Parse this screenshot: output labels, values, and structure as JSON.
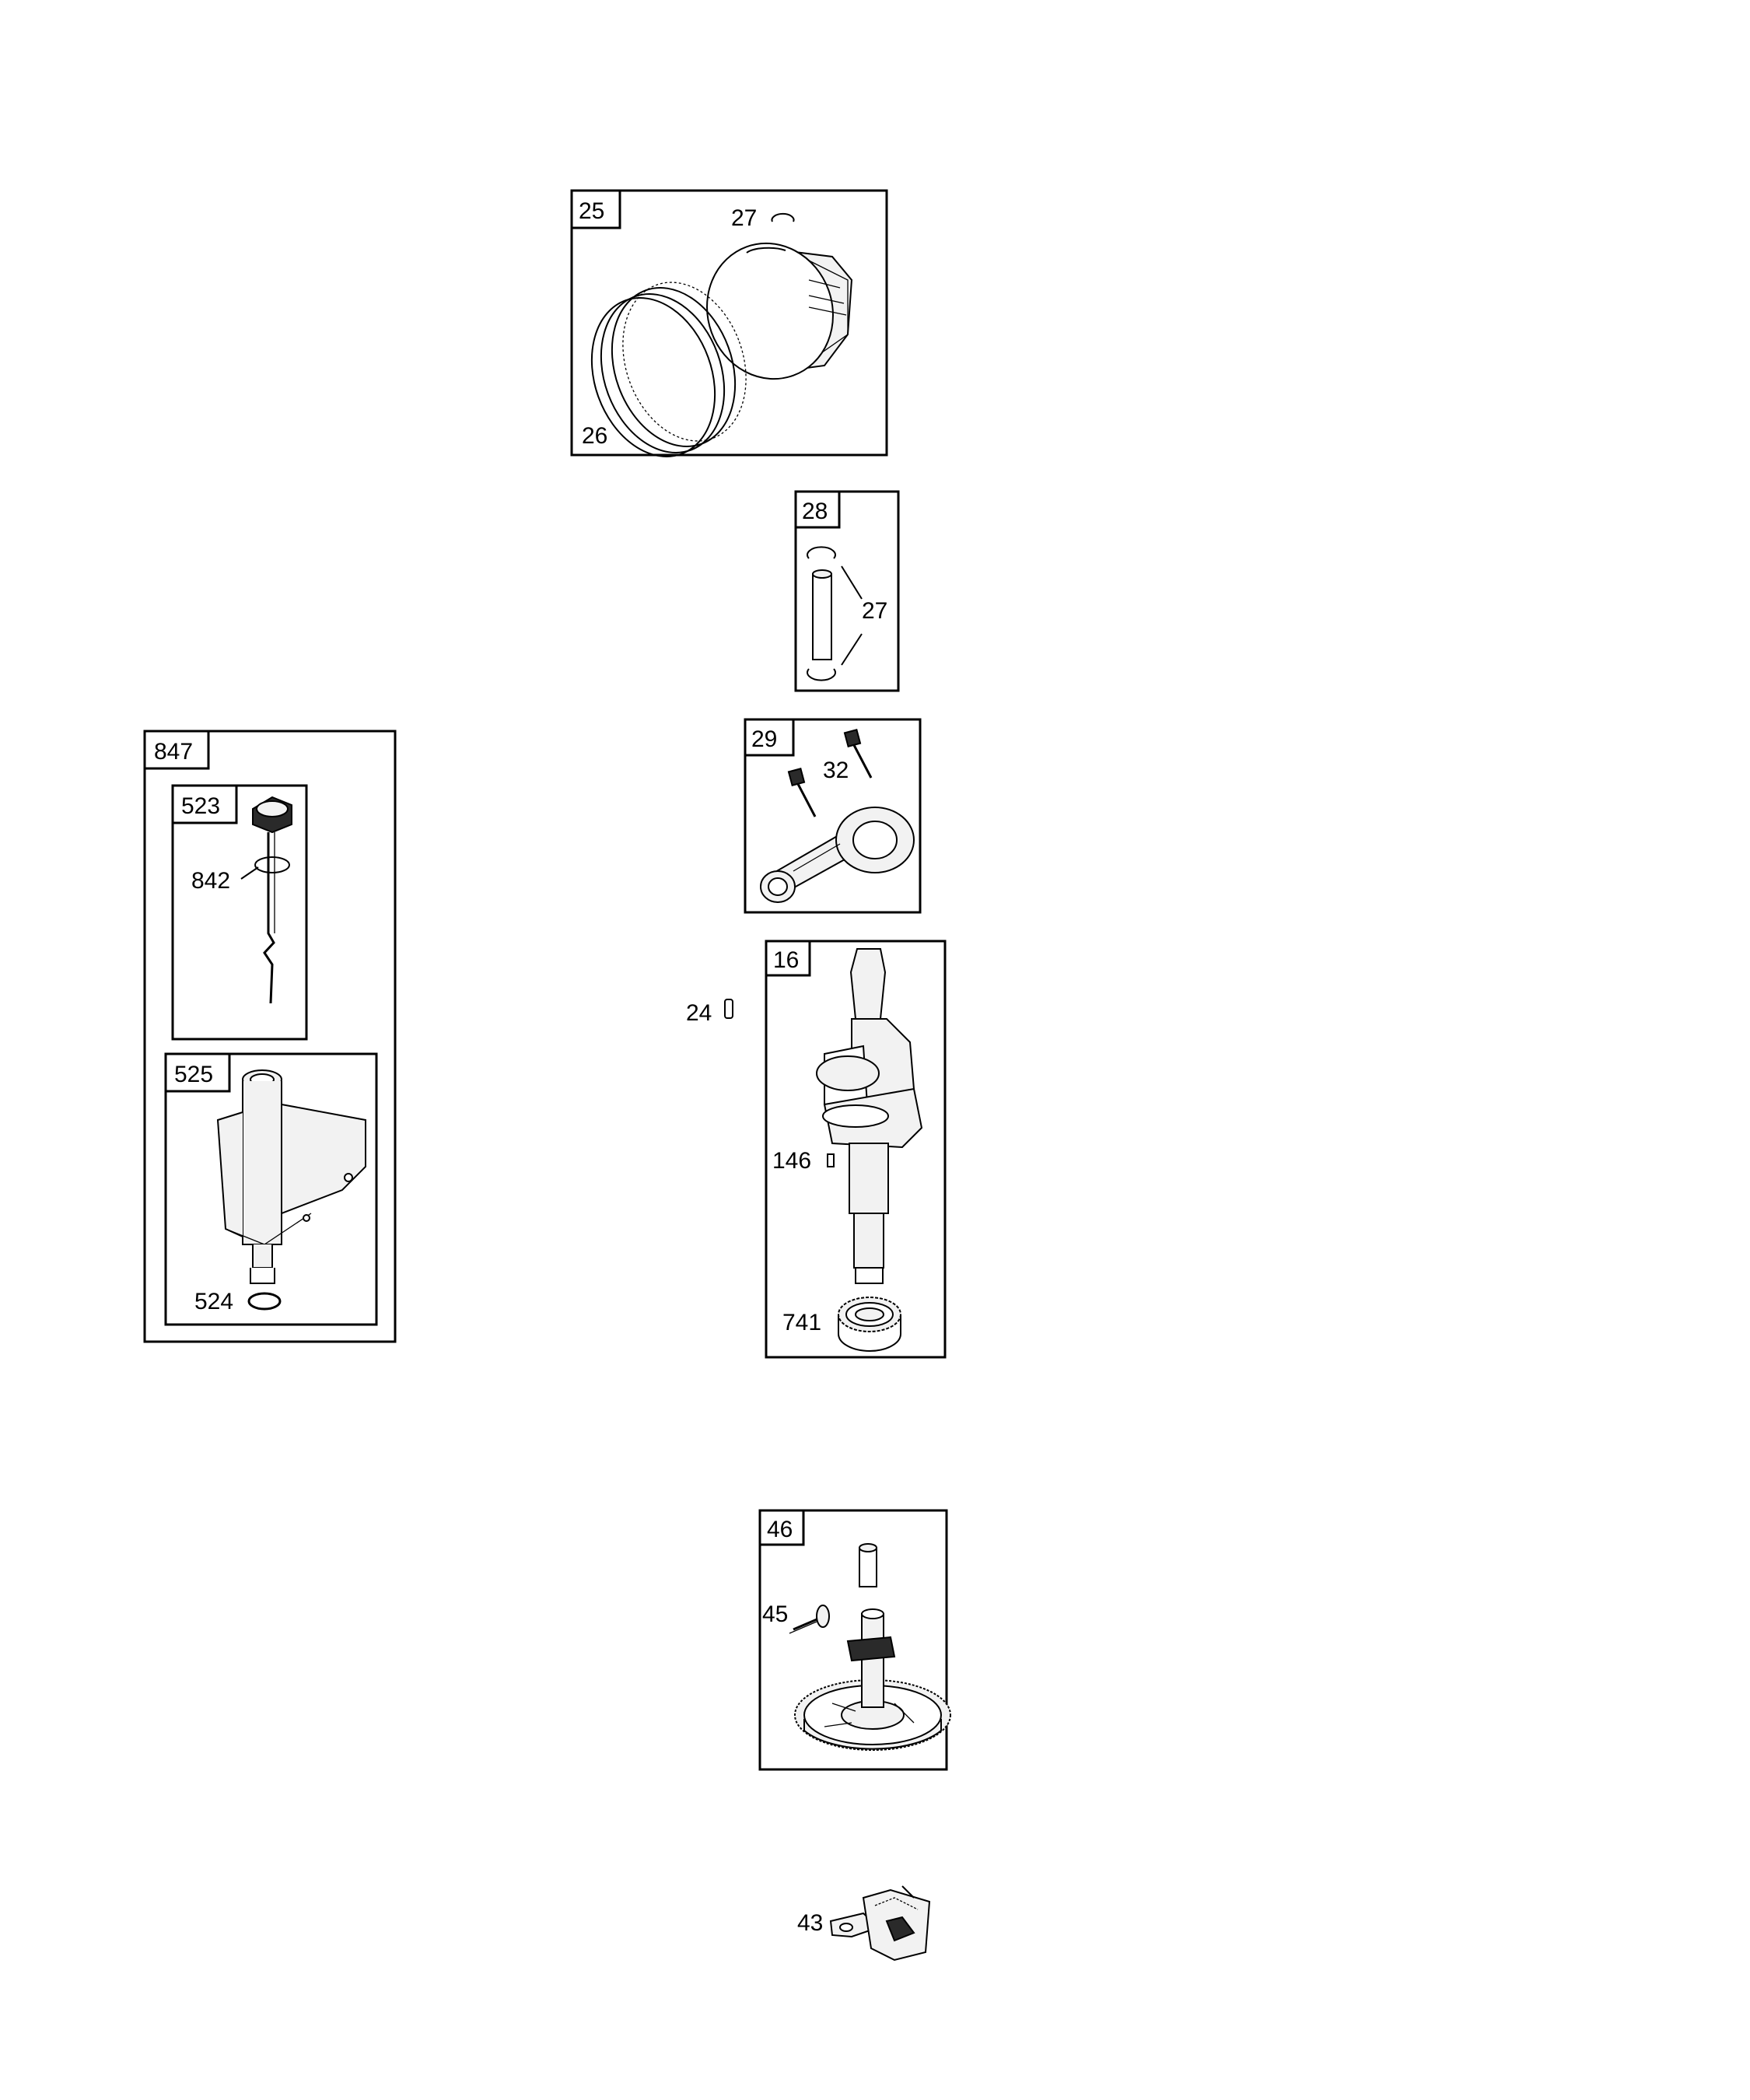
{
  "kits": [
    {
      "id": "kit-25",
      "number": "25",
      "parts": [
        {
          "number": "27"
        },
        {
          "number": "26"
        }
      ]
    },
    {
      "id": "kit-28",
      "number": "28",
      "parts": [
        {
          "number": "27"
        }
      ]
    },
    {
      "id": "kit-29",
      "number": "29",
      "parts": [
        {
          "number": "32"
        }
      ]
    },
    {
      "id": "kit-16",
      "number": "16",
      "parts": [
        {
          "number": "146"
        },
        {
          "number": "741"
        }
      ]
    },
    {
      "id": "kit-46",
      "number": "46",
      "parts": [
        {
          "number": "45"
        }
      ]
    },
    {
      "id": "kit-847",
      "number": "847",
      "subkits": [
        {
          "id": "kit-523",
          "number": "523",
          "parts": [
            {
              "number": "842"
            }
          ]
        },
        {
          "id": "kit-525",
          "number": "525",
          "parts": [
            {
              "number": "524"
            }
          ]
        }
      ]
    }
  ],
  "loose_parts": [
    {
      "number": "24"
    },
    {
      "number": "43"
    }
  ],
  "icons": {
    "piston": "piston-icon",
    "piston_rings": "piston-rings-icon",
    "retainer_clip": "retainer-clip-icon",
    "wrist_pin": "wrist-pin-icon",
    "connecting_rod": "connecting-rod-icon",
    "rod_bolt": "bolt-icon",
    "crankshaft": "crankshaft-icon",
    "key": "key-icon",
    "timing_gear": "timing-gear-icon",
    "cam_gear": "cam-gear-icon",
    "governor_assembly": "governor-icon",
    "dipstick": "dipstick-icon",
    "o_ring": "o-ring-icon",
    "fill_tube": "dipstick-tube-icon"
  }
}
